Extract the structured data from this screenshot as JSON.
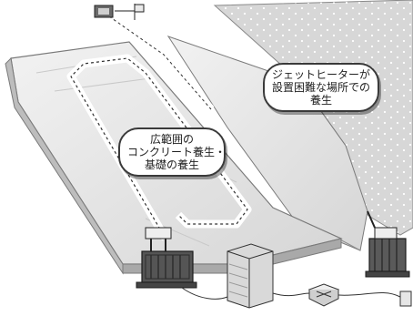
{
  "callouts": {
    "wide_area": {
      "lines": [
        "広範囲の",
        "コンクリート養生・",
        "基礎の養生"
      ]
    },
    "hard_to_install": {
      "lines": [
        "ジェットヒーターが",
        "設置困難な場所での",
        "養生"
      ]
    }
  },
  "colors": {
    "sheet": "#e8e8e8",
    "sheet_shadow": "#9a9a9a",
    "outline": "#3a3a3a",
    "hill": "#dcdcdc",
    "heater_body": "#555555",
    "heater_cage": "#2b2b2b",
    "duct_path": "#ffffff"
  },
  "icons": [
    "jet-heater-icon",
    "duct-heater-icon",
    "control-box-icon",
    "power-box-icon",
    "fuel-tank-icon",
    "flag-icon"
  ]
}
